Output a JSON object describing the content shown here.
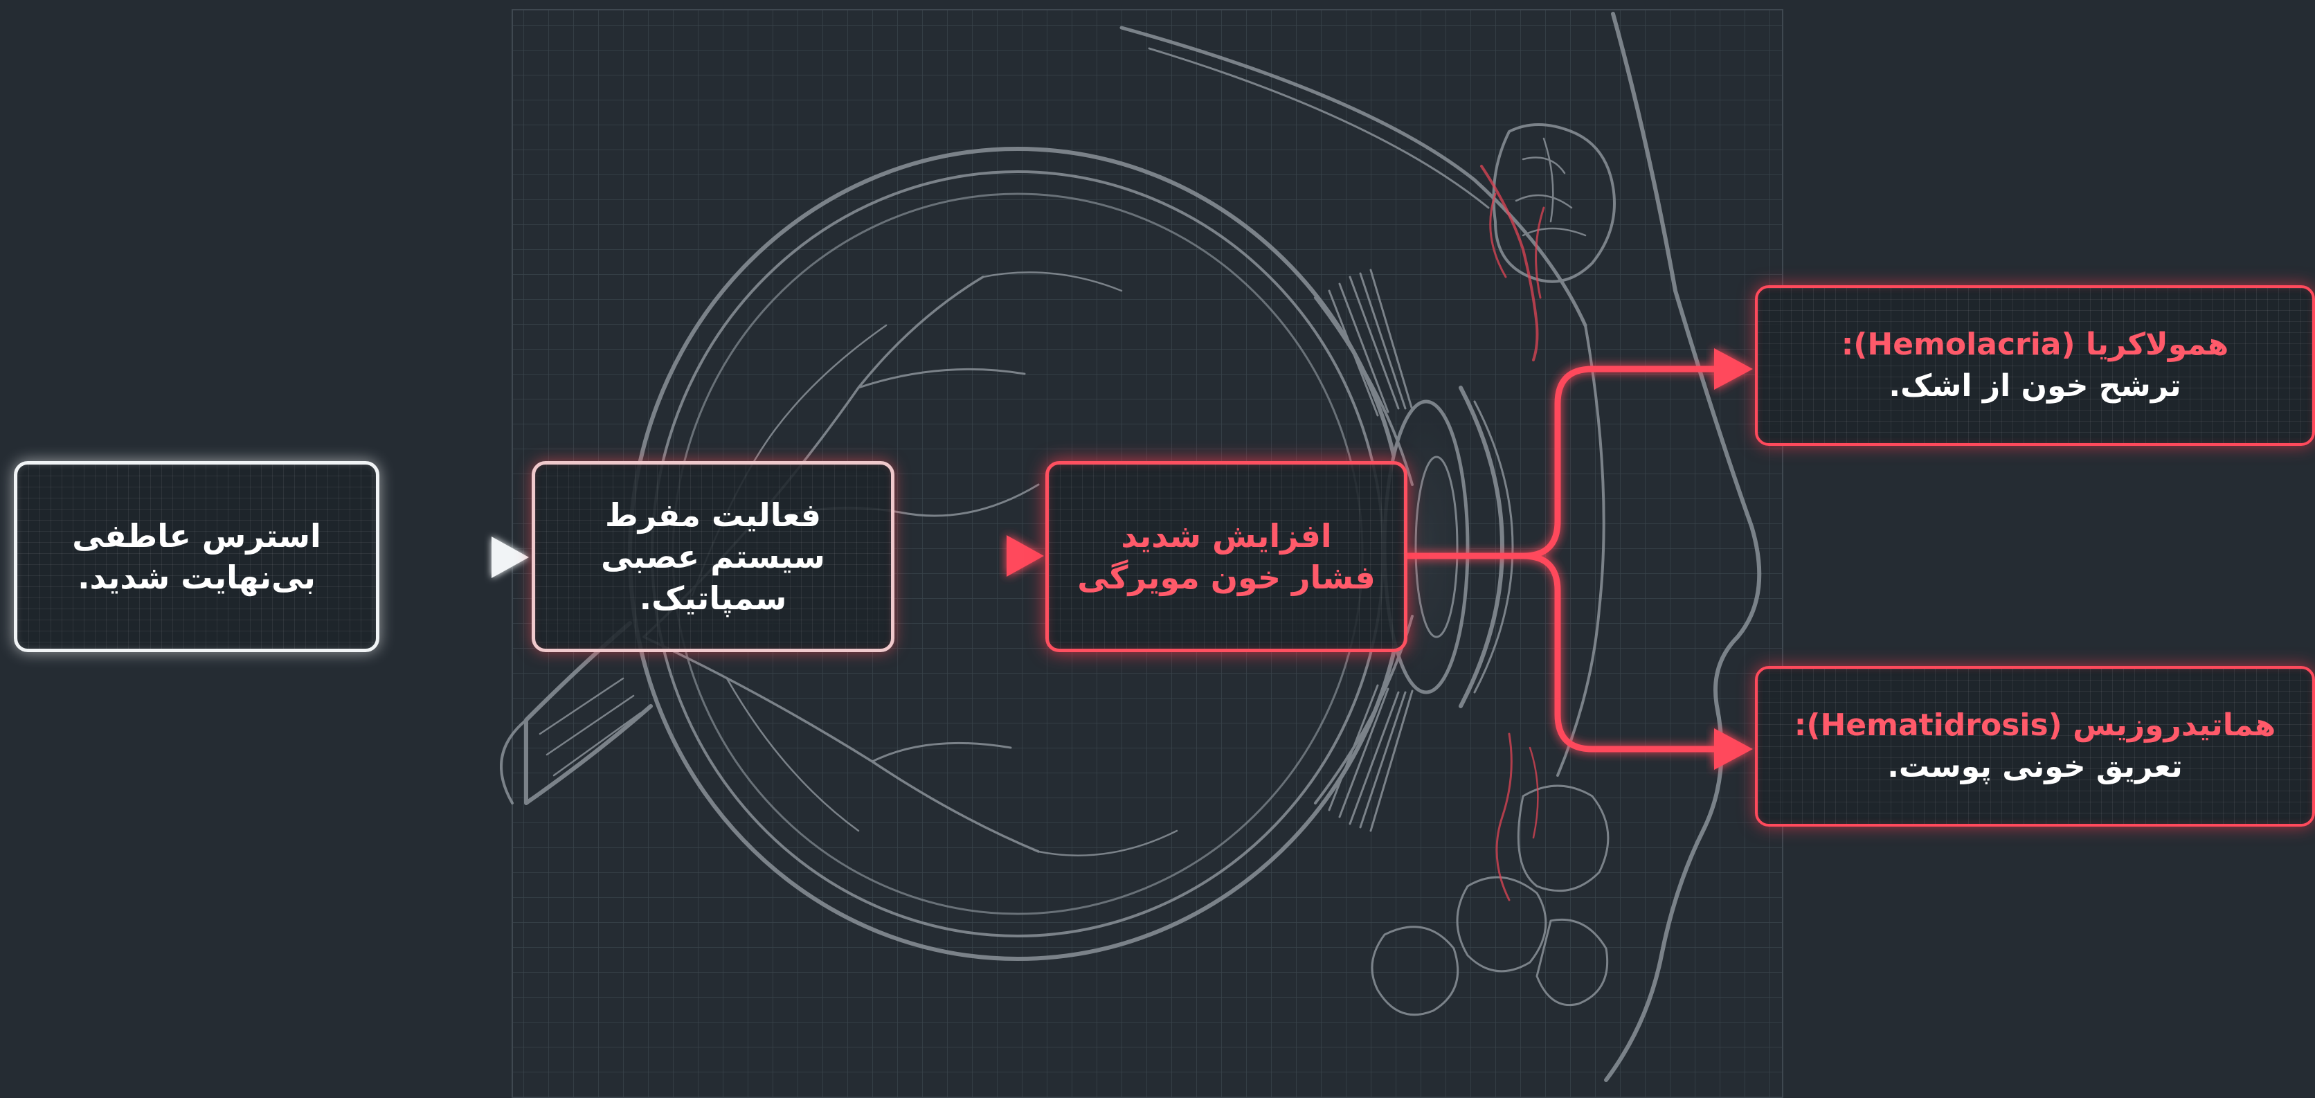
{
  "nodes": {
    "stress": "استرس عاطفی\nبی‌نهایت شدید.",
    "sympathetic": "فعالیت مفرط\nسیستم عصبی\nسمپاتیک.",
    "pressure": "افزایش شدید\nفشار خون مویرگی",
    "hemolacria": {
      "title": "همولاکریا (Hemolacria):",
      "desc": "ترشح خون از اشک."
    },
    "hematidrosis": {
      "title": "هماتیدروزیس (Hematidrosis):",
      "desc": "تعریق خونی پوست."
    }
  },
  "colors": {
    "background": "#252c33",
    "accent_red": "#ff4a5c",
    "white": "#f1f4f6",
    "sketch": "#8a9299"
  }
}
